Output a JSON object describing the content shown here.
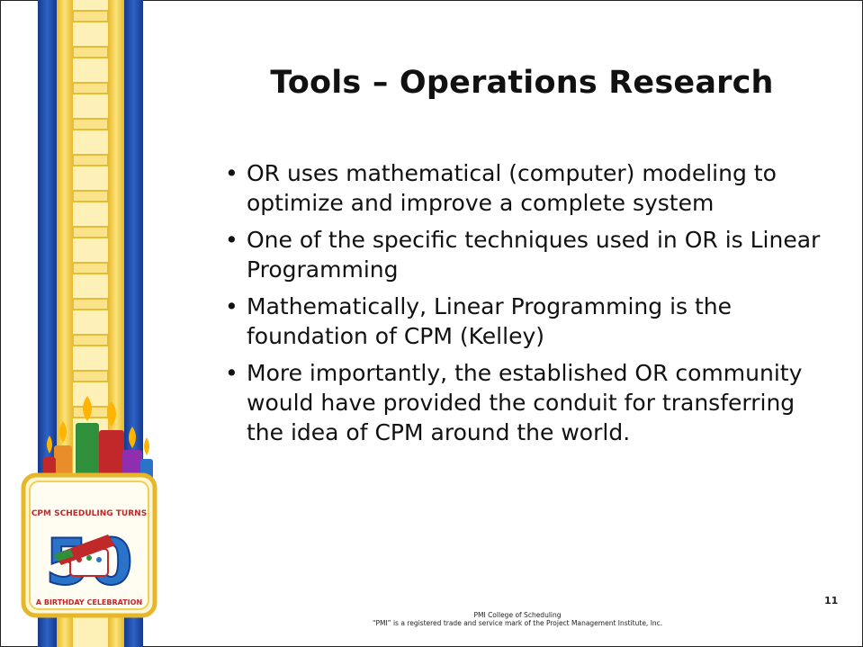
{
  "slide": {
    "title": "Tools – Operations Research",
    "bullets": [
      {
        "text": "OR uses mathematical (computer) modeling to optimize and improve a complete system"
      },
      {
        "text": "One of the specific techniques used in OR is Linear Programming"
      },
      {
        "text": "Mathematically, Linear Programming is the foundation of CPM (Kelley)"
      },
      {
        "text": "More importantly, the established OR community would have provided the conduit for transferring the idea of CPM around the world."
      }
    ],
    "footer_line1": "PMI College of Scheduling",
    "footer_line2": "“PMI” is a registered trade and service mark of the Project Management Institute, Inc.",
    "page_number": "11"
  },
  "badge": {
    "top_text": "CPM SCHEDULING TURNS",
    "number": "50",
    "bottom_text": "A BIRTHDAY CELEBRATION"
  },
  "colors": {
    "ladder_blue": "#1f4fb0",
    "ladder_yellow": "#f6d54a",
    "badge_red": "#c0282a",
    "badge_blue": "#2a73c9",
    "candle_green": "#2f8f3a",
    "candle_red": "#c0282a"
  }
}
